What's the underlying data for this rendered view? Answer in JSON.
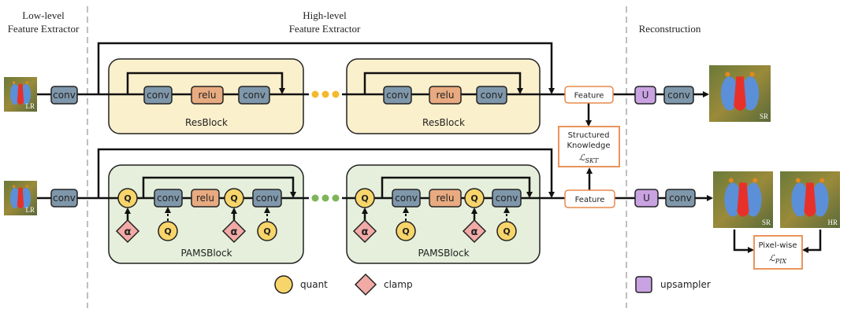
{
  "headers": {
    "low_level": [
      "Low-level",
      "Feature Extractor"
    ],
    "high_level": [
      "High-level",
      "Feature Extractor"
    ],
    "reconstruction": "Reconstruction"
  },
  "labels": {
    "conv": "conv",
    "relu": "relu",
    "quant_symbol": "Q",
    "clamp_symbol": "α",
    "upsampler_symbol": "U",
    "feature": "Feature",
    "resblock": "ResBlock",
    "pamsblock": "PAMSBlock",
    "lr": "LR",
    "sr": "SR",
    "hr": "HR"
  },
  "losses": {
    "skt": {
      "lines": [
        "Structured",
        "Knowledge"
      ],
      "symbol": "ℒ",
      "subscript": "SKT"
    },
    "pix": {
      "lines": [
        "Pixel-wise"
      ],
      "symbol": "ℒ",
      "subscript": "PIX"
    }
  },
  "legend": {
    "quant": "quant",
    "clamp": "clamp",
    "upsampler": "upsampler"
  },
  "colors": {
    "conv": "#7f97aa",
    "relu": "#e8aa80",
    "quant": "#f8d56a",
    "clamp": "#f2aaa6",
    "upsampler": "#c9a2e2",
    "resblock_bg": "#fbf0cc",
    "pamsblock_bg": "#e5efdb",
    "feature_border": "#e8894a",
    "dots_top": "#f5b92e",
    "dots_bottom": "#7fb55a"
  }
}
